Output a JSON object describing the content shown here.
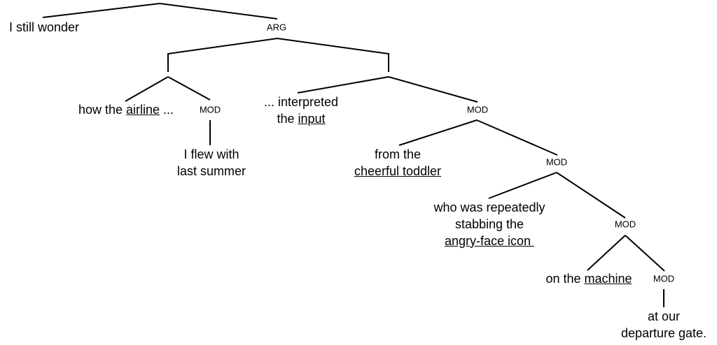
{
  "labels": {
    "arg": "ARG",
    "mod1": "MOD",
    "mod_airline": "MOD",
    "mod2": "MOD",
    "mod3": "MOD",
    "mod4": "MOD"
  },
  "phrases": {
    "wonder": "I still wonder",
    "airline": {
      "pre": "how the ",
      "u": "airline",
      "post": " ..."
    },
    "flew": {
      "line1": "I flew with",
      "line2": "last summer"
    },
    "interpreted": {
      "line1": "... interpreted",
      "pre": "the ",
      "u": "input"
    },
    "toddler": {
      "line1": "from the",
      "u": "cheerful toddler"
    },
    "stabbing": {
      "line1": "who was repeatedly",
      "line2": "stabbing the",
      "u": "angry-face icon "
    },
    "machine": {
      "pre": "on the ",
      "u": "machine"
    },
    "gate": {
      "line1": "at our",
      "line2": "departure gate."
    }
  }
}
